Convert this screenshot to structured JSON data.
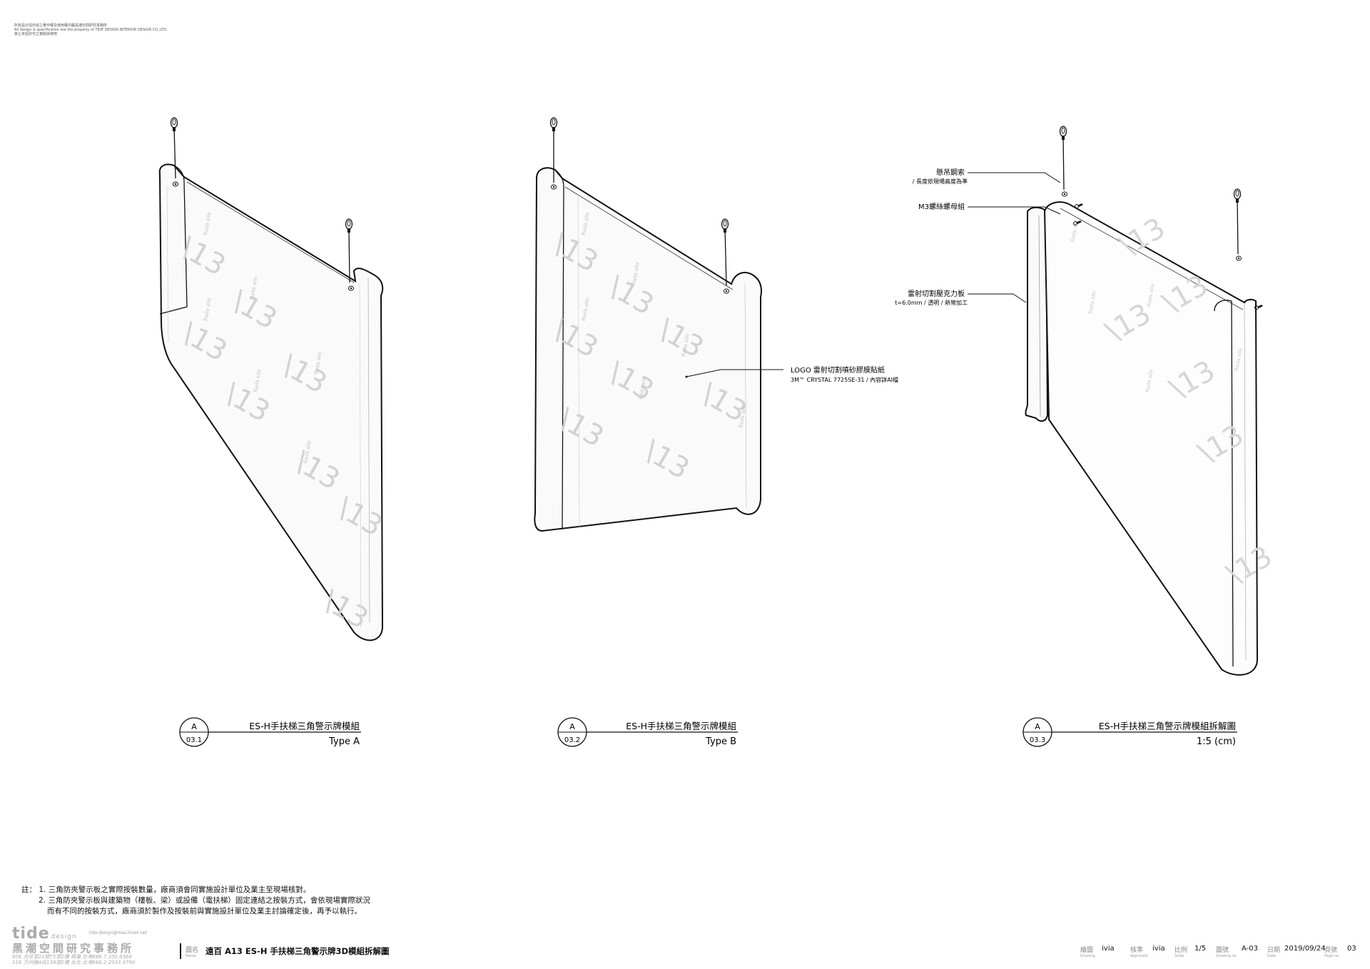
{
  "header_fine_print": [
    "所有設計與內容之著作權及使用權均屬黑潮空間研究事務所",
    "All design & specification are the property of TIDE DESIGN INTERIOR DESIGN CO.,LTD.",
    "禁止未經許可之複製與使用"
  ],
  "views": [
    {
      "circle_top": "A",
      "circle_bottom": "03.1",
      "title": "ES-H手扶梯三角警示牌模組",
      "subtitle": "Type A"
    },
    {
      "circle_top": "A",
      "circle_bottom": "03.2",
      "title": "ES-H手扶梯三角警示牌模組",
      "subtitle": "Type B"
    },
    {
      "circle_top": "A",
      "circle_bottom": "03.3",
      "title": "ES-H手扶梯三角警示牌模組拆解圖",
      "subtitle": "1:5 (cm)"
    }
  ],
  "callouts": {
    "logo": {
      "line1": "LOGO 雷射切割噴砂膠膜貼紙",
      "line2": "3M™ CRYSTAL 7725SE-31 / 內容詳AI檔"
    },
    "cable": {
      "line1": "懸吊鋼索",
      "line2": "/ 長度依現場高度為準"
    },
    "screw": {
      "line1": "M3螺絲螺母組"
    },
    "acrylic": {
      "line1": "雷射切割壓克力板",
      "line2": "t=6.0mm / 透明 / 熱彎加工"
    }
  },
  "panel_text": {
    "logo_mark": "\\13",
    "vertical_text": "Rada alle"
  },
  "notes": {
    "prefix": "註：",
    "items": [
      "1. 三角防夾警示板之實際按裝數量，廠商須會同實施設計單位及業主至現場核對。",
      "2. 三角防夾警示板與建築物（樓板、梁）或設備（電扶梯）固定連結之按裝方式，會依現場實際狀況",
      "而有不同的按裝方式，廠商須於製作及按裝前與實施設計單位及業主討論確定後，再予以執行。"
    ]
  },
  "brand": {
    "logo": "tide",
    "logo_small": "design",
    "email": "tide.design@msa.hinet.net",
    "company_cn": "黑潮空間研究事務所",
    "address_1": "806  光任里22號75號2樓 高雄 台灣886.7.330.8566",
    "address_2": "116  万州路4段138號2樓 台北 台灣886.2.2933.9790"
  },
  "title_block": {
    "project_key": "圖名",
    "project_key_en": "Name",
    "project": "遠百 A13   ES-H   手扶梯三角警示牌3D模組拆解圖",
    "drawn_key": "繪圖",
    "drawn_key_en": "Drawing",
    "drawn": "ivia",
    "approved_key": "核準",
    "approved_key_en": "Approved",
    "approved": "ivia",
    "scale_key": "比例",
    "scale_key_en": "Scale",
    "scale": "1/5",
    "drawing_no_key": "圖號",
    "drawing_no_key_en": "Drawing no.",
    "drawing_no": "A-03",
    "date_key": "日期",
    "date_key_en": "Date",
    "date": "2019/09/24",
    "page_key": "頁號",
    "page_key_en": "Page no.",
    "page": "03"
  }
}
